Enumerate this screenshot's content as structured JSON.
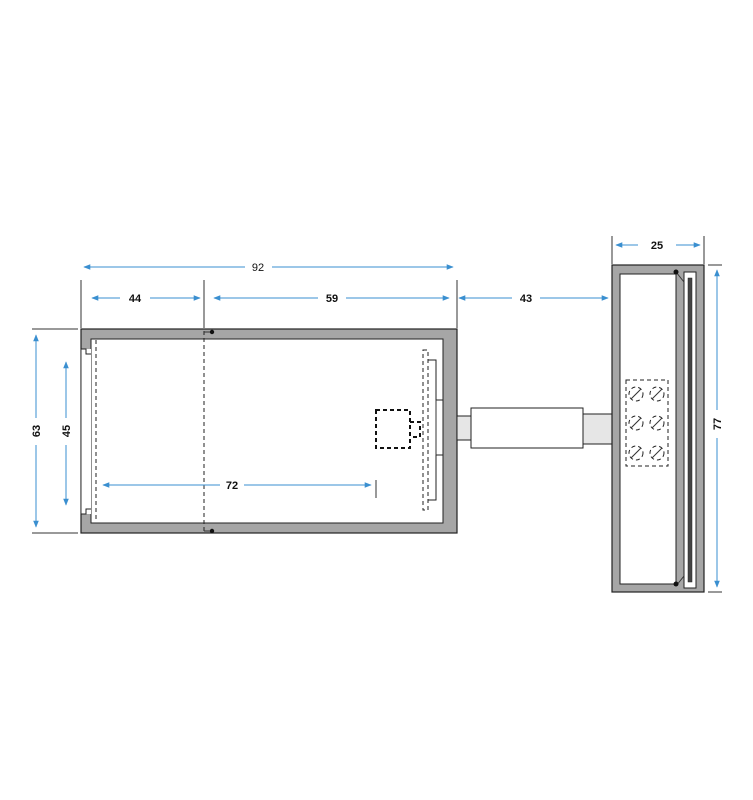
{
  "dimensions": {
    "overall_width": "92",
    "left_section": "44",
    "right_section": "59",
    "gap": "43",
    "inner_depth": "72",
    "outer_height": "63",
    "inner_height": "45",
    "side_width": "25",
    "side_height": "77"
  },
  "colors": {
    "dimension_line": "#3a8fd0",
    "wall_fill": "#a6a6a6",
    "outline": "#222222"
  }
}
